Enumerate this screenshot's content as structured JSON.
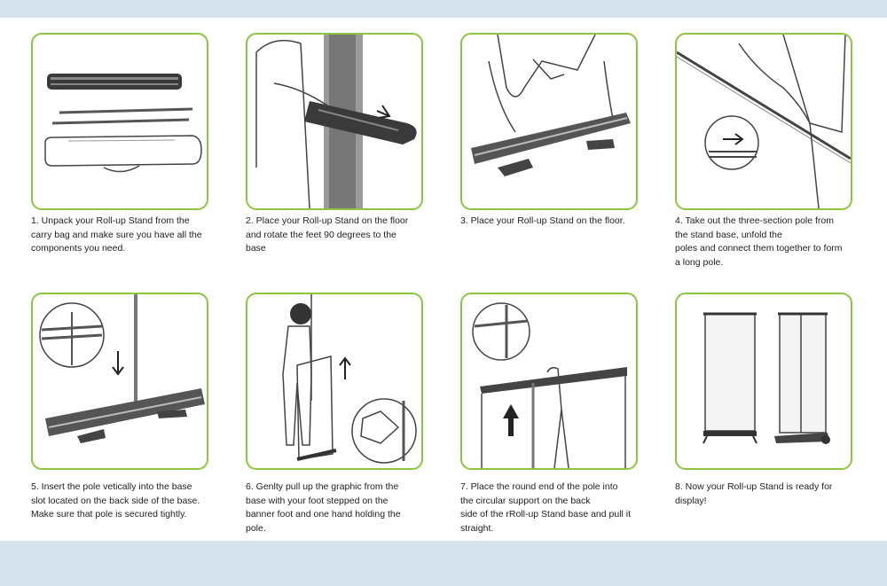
{
  "accent_color": "#8cc63f",
  "steps": [
    {
      "number": "1",
      "icon": "unpack-bag-illustration",
      "lines": [
        "1. Unpack your Roll-up Stand from the",
        "carry bag and make sure you have all the",
        "components you need."
      ]
    },
    {
      "number": "2",
      "icon": "rotate-feet-illustration",
      "lines": [
        "2. Place your Roll-up Stand on the floor",
        "and rotate the feet 90 degrees to the",
        "base"
      ]
    },
    {
      "number": "3",
      "icon": "stand-on-floor-illustration",
      "lines": [
        "3. Place your Roll-up Stand on the floor."
      ]
    },
    {
      "number": "4",
      "icon": "assemble-pole-illustration",
      "lines": [
        "4. Take out the three-section pole from",
        "the stand base, unfold the",
        "poles and connect them together to form",
        "a long pole."
      ]
    },
    {
      "number": "5",
      "icon": "insert-pole-illustration",
      "lines": [
        "5. Insert the pole vetically into the base",
        "slot located on the back side of the base.",
        "Make sure that pole is secured tightly."
      ]
    },
    {
      "number": "6",
      "icon": "pull-graphic-illustration",
      "lines": [
        "6. Genlty pull up the graphic from the",
        "base with your foot stepped on the",
        "banner foot and one hand holding the",
        "pole."
      ]
    },
    {
      "number": "7",
      "icon": "attach-graphic-illustration",
      "lines": [
        "7. Place the round end of the pole into",
        "the circular support on the back",
        "side of the rRoll-up Stand base and pull it",
        "straight."
      ]
    },
    {
      "number": "8",
      "icon": "stand-ready-illustration",
      "lines": [
        "8. Now your Roll-up Stand is ready for",
        "display!"
      ]
    }
  ]
}
